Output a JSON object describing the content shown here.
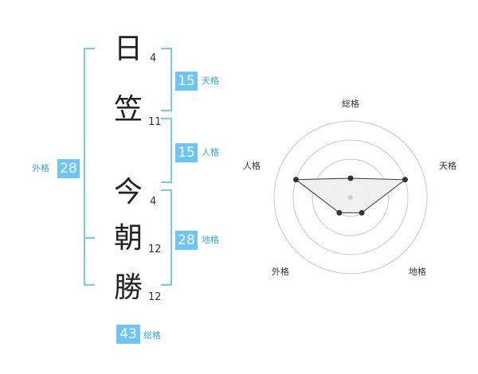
{
  "name_characters": [
    {
      "char": "日",
      "strokes": "4"
    },
    {
      "char": "笠",
      "strokes": "11"
    },
    {
      "char": "今",
      "strokes": "4"
    },
    {
      "char": "朝",
      "strokes": "12"
    },
    {
      "char": "勝",
      "strokes": "12"
    }
  ],
  "fortune": {
    "tenkaku": {
      "value": "15",
      "label": "天格"
    },
    "jinkaku": {
      "value": "15",
      "label": "人格"
    },
    "chikaku": {
      "value": "28",
      "label": "地格"
    },
    "gaikaku": {
      "value": "28",
      "label": "外格"
    },
    "soukaku": {
      "value": "43",
      "label": "総格"
    }
  },
  "radar": {
    "labels": {
      "soukaku": "総格",
      "tenkaku": "天格",
      "chikaku": "地格",
      "gaikaku": "外格",
      "jinkaku": "人格"
    },
    "levels": 4,
    "values": {
      "soukaku": 1,
      "tenkaku": 3,
      "chikaku": 1,
      "gaikaku": 1,
      "jinkaku": 3
    }
  },
  "colors": {
    "accent": "#6cc6f5",
    "bracket": "#7cc7f0",
    "grid": "#c8c8c8",
    "fill": "#eeeeee"
  }
}
